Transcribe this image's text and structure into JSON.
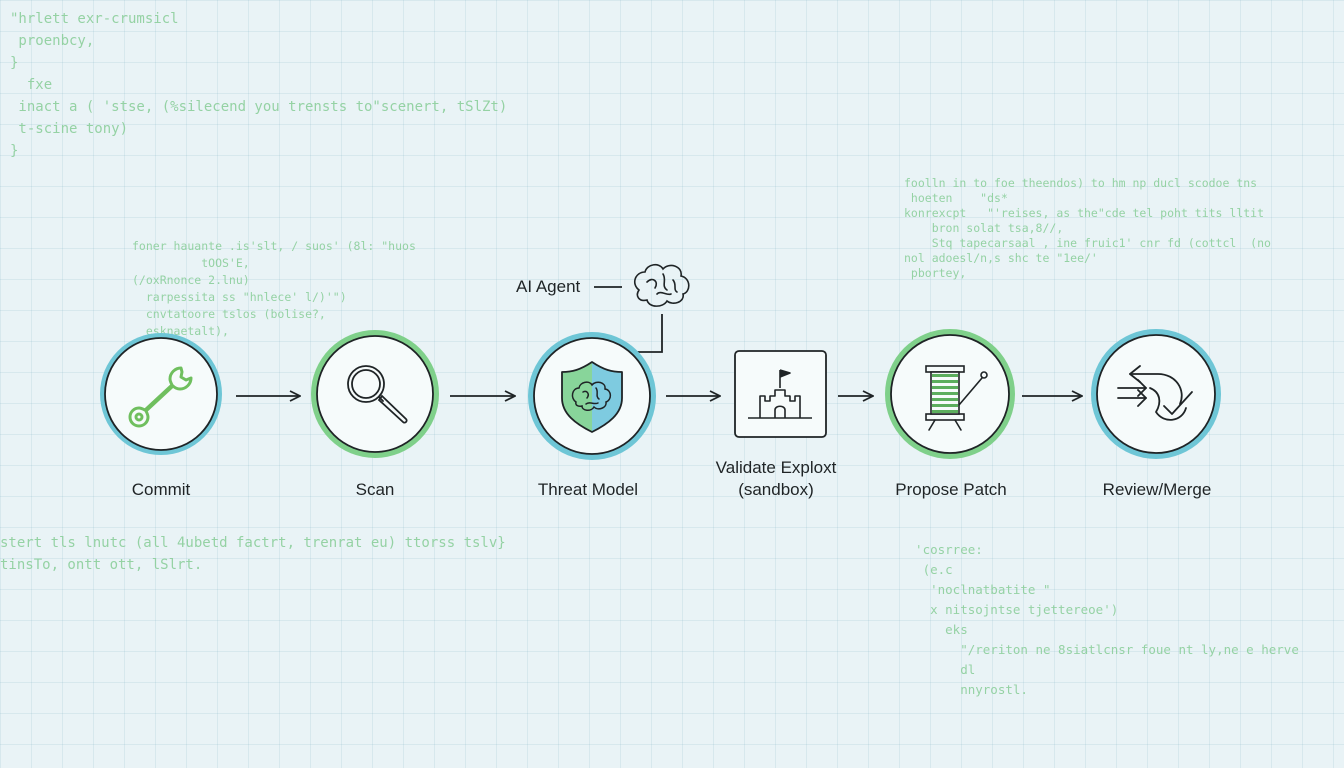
{
  "background_code": {
    "block_a": "\"hrlett exr-crumsicl\n proenbcy,\n}\n  fxe\n inact a ( 'stse, (%silecend you trensts to\"scenert, tSlZt)\n t-scine tony)\n}",
    "block_b": "foner hauante .is'slt, / suos' (8l: \"huos\n          tOOS'E,\n(/oxRnonce 2.lnu)\n  rarpessita ss \"hnlece' l/)'\")\n  cnvtatoore tslos (bolise?,\n  esknaetalt),",
    "block_c": "stert tls lnutc (all 4ubetd factrt, trenrat eu) ttorss tslv}\ntinsTo, ontt ott, lSlrt.",
    "block_d": "foolln in to foe theendos) to hm np ducl scodoe tns\n hoeten    \"ds*\nkonrexcpt   \"'reises, as the\"cde tel poht tits lltit\n    bron solat tsa,8//,\n    Stq tapecarsaal , ine fruic1' cnr fd (cottcl  (no\nnol adoesl/n,s shc te \"1ee/'\n pbortey,",
    "block_e": "  'cosrree:\n   (e.c\n    'noclnatbatite \"\n    x nitsojntse tjettereoe')\n      eks\n        \"/reriton ne 8siatlcnsr foue nt ly,ne e herve\n        dl\n        nnyrostl."
  },
  "agent": {
    "label": "AI Agent",
    "icon": "brain-icon"
  },
  "steps": [
    {
      "label": "Commit",
      "icon": "wrench-icon",
      "ring_color": "#6ec6d6"
    },
    {
      "label": "Scan",
      "icon": "magnifier-icon",
      "ring_color": "#7fd08a"
    },
    {
      "label": "Threat Model",
      "icon": "shield-brain-icon",
      "ring_color": "#6ec6d6"
    },
    {
      "label_line1": "Validate Exploxt",
      "label_line2": "(sandbox)",
      "icon": "sandbox-castle-icon"
    },
    {
      "label": "Propose Patch",
      "icon": "spool-needle-icon",
      "ring_color": "#7fd08a"
    },
    {
      "label": "Review/Merge",
      "icon": "merge-check-icon",
      "ring_color": "#6ec6d6"
    }
  ],
  "colors": {
    "ring_blue": "#6ec6d6",
    "ring_green": "#7fd08a",
    "icon_green": "#6fbf5e",
    "shield_blue": "#6ec6d6",
    "code_green": "#8ccf9c",
    "stroke_dark": "#1f2426"
  }
}
